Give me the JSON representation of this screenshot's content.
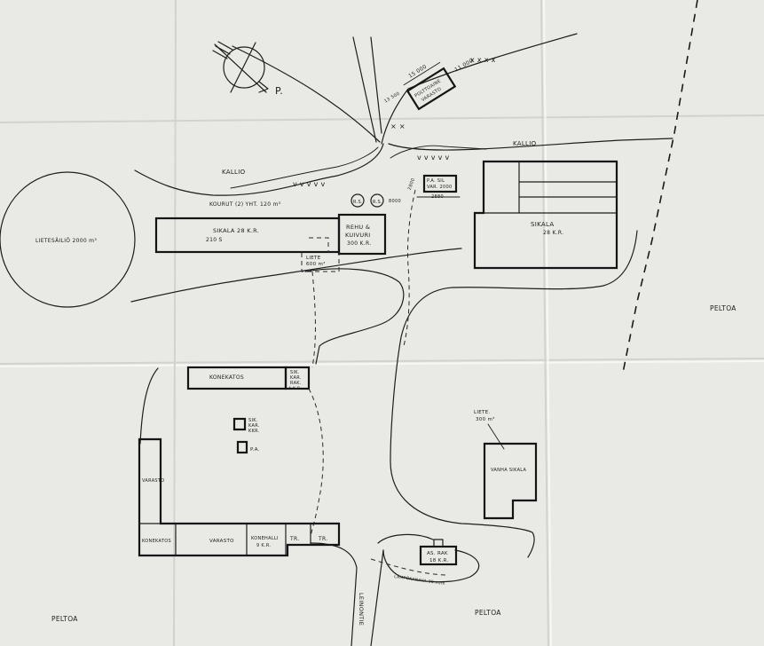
{
  "labels": {
    "lietesailio": "LIETESÄILIÖ 2000 m³",
    "kallio_left": "KALLIO",
    "kallio_right": "KALLIO",
    "kourut": "KOURUT (2) YHT. 120 m³",
    "sikala_left": "SIKALA 28 K.R.",
    "sikala_left_sub": "210 S",
    "rehu_line1": "REHU &",
    "rehu_line2": "KUIVURI",
    "rehu_line3": "300 K.R.",
    "liete_line1": "LIETE",
    "liete_line2": "600 m³",
    "rs1": "R.S.",
    "rs2": "R.S.",
    "dim_h": "8000",
    "rasia_line1": "P.A. SIL",
    "rasia_line2": "VAR. 2000",
    "dim_2880": "2880",
    "dim_2800": "2800",
    "polttoaine_line1": "POLTTOAINE",
    "polttoaine_line2": "VARASTO",
    "dim_15000": "15 000",
    "dim_11000": "11 000",
    "dim_13500": "13 500",
    "sikala_right": "SIKALA",
    "sikala_right_sub": "28 K.R.",
    "peltoa_right": "PELTOA",
    "konekatos_top": "KONEKATOS",
    "sik_kar_line1": "SIK.",
    "sik_kar_line2": "KAR.",
    "sik_kar_line3": "RAK.",
    "sik_kar_line4": "4 K.R.",
    "sik_kar_kkr_line1": "SIK.",
    "sik_kar_kkr_line2": "KAR.",
    "sik_kar_kkr_line3": "KKR.",
    "pa": "P.A.",
    "varasto_left": "VARASTO",
    "konekatos_bottom": "KONEKATOS",
    "varasto_bottom": "VARASTO",
    "konehalli_line1": "KONEHALLI",
    "konehalli_line2": "9 K.R.",
    "tr1": "TR.",
    "tr2": "TR.",
    "liete_right_line1": "LIETE.",
    "liete_right_line2": "300 m³",
    "vanha_sikala": "VANHA SIKALA",
    "as_rak_line1": "AS. RAK",
    "as_rak_line2": "18 K.R.",
    "lampokanava": "LÄMPÖKANAVA 30 m/m",
    "leinontie": "LEINONTIE",
    "peltoa_bottom_left": "PELTOA",
    "peltoa_bottom_right": "PELTOA",
    "north_letter": "P."
  },
  "colors": {
    "paper": "#e9e9e6",
    "ink": "#1e1e1e"
  }
}
